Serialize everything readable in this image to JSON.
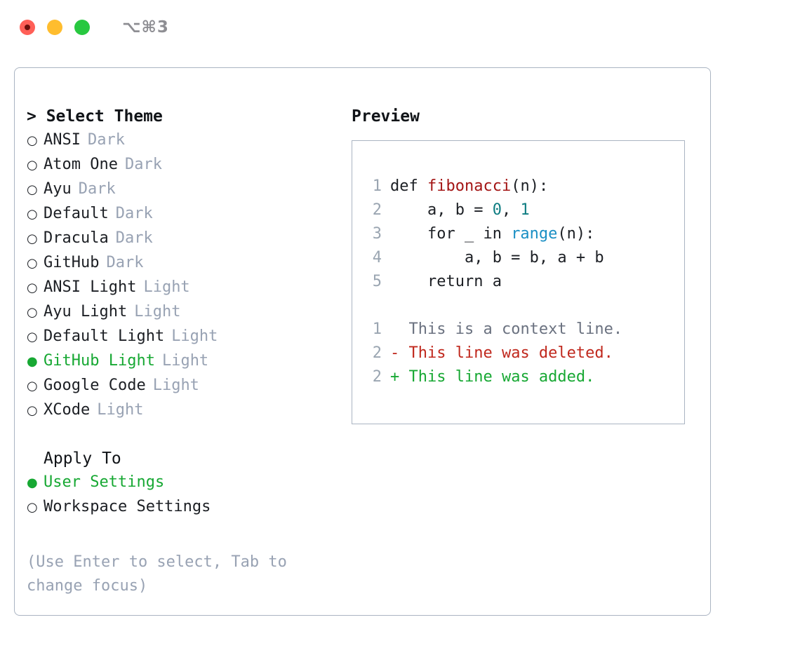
{
  "titlebar": {
    "shortcut": "⌥⌘3",
    "buttons": [
      "close",
      "minimize",
      "zoom"
    ]
  },
  "theme_picker": {
    "header": "> Select Theme",
    "items": [
      {
        "label": "ANSI",
        "tag": "Dark",
        "selected": false
      },
      {
        "label": "Atom One",
        "tag": "Dark",
        "selected": false
      },
      {
        "label": "Ayu",
        "tag": "Dark",
        "selected": false
      },
      {
        "label": "Default",
        "tag": "Dark",
        "selected": false
      },
      {
        "label": "Dracula",
        "tag": "Dark",
        "selected": false
      },
      {
        "label": "GitHub",
        "tag": "Dark",
        "selected": false
      },
      {
        "label": "ANSI Light",
        "tag": "Light",
        "selected": false
      },
      {
        "label": "Ayu Light",
        "tag": "Light",
        "selected": false
      },
      {
        "label": "Default Light",
        "tag": "Light",
        "selected": false
      },
      {
        "label": "GitHub Light",
        "tag": "Light",
        "selected": true
      },
      {
        "label": "Google Code",
        "tag": "Light",
        "selected": false
      },
      {
        "label": "XCode",
        "tag": "Light",
        "selected": false
      }
    ],
    "bullet_selected": "●",
    "bullet_unselected": "○"
  },
  "apply_to": {
    "header": "Apply To",
    "items": [
      {
        "label": "User Settings",
        "selected": true
      },
      {
        "label": "Workspace Settings",
        "selected": false
      }
    ]
  },
  "hint": "(Use Enter to select, Tab to change focus)",
  "preview": {
    "header": "Preview",
    "code_lines": [
      {
        "num": "1",
        "tokens": [
          {
            "t": "def ",
            "c": "src"
          },
          {
            "t": "fibonacci",
            "c": "fn"
          },
          {
            "t": "(n):",
            "c": "src"
          }
        ]
      },
      {
        "num": "2",
        "tokens": [
          {
            "t": "    a, b = ",
            "c": "src"
          },
          {
            "t": "0",
            "c": "num"
          },
          {
            "t": ", ",
            "c": "src"
          },
          {
            "t": "1",
            "c": "num"
          }
        ]
      },
      {
        "num": "3",
        "tokens": [
          {
            "t": "    for _ in ",
            "c": "src"
          },
          {
            "t": "range",
            "c": "call"
          },
          {
            "t": "(n):",
            "c": "src"
          }
        ]
      },
      {
        "num": "4",
        "tokens": [
          {
            "t": "        a, b = b, a + b",
            "c": "src"
          }
        ]
      },
      {
        "num": "5",
        "tokens": [
          {
            "t": "    return a",
            "c": "src"
          }
        ]
      }
    ],
    "diff_lines": [
      {
        "num": "1",
        "marker": " ",
        "text": "This is a context line.",
        "kind": "ctx"
      },
      {
        "num": "2",
        "marker": "-",
        "text": "This line was deleted.",
        "kind": "del"
      },
      {
        "num": "2",
        "marker": "+",
        "text": "This line was added.",
        "kind": "add"
      }
    ]
  },
  "colors": {
    "accent_green": "#17a833",
    "muted": "#98a2b3",
    "border": "#aab4c2",
    "deleted": "#c0281d",
    "added": "#17a833",
    "function": "#a31515",
    "number": "#0f7d82",
    "call": "#1a8fc4",
    "traffic_red": "#ff5f57",
    "traffic_yellow": "#ffbd2e",
    "traffic_green": "#28c840"
  }
}
